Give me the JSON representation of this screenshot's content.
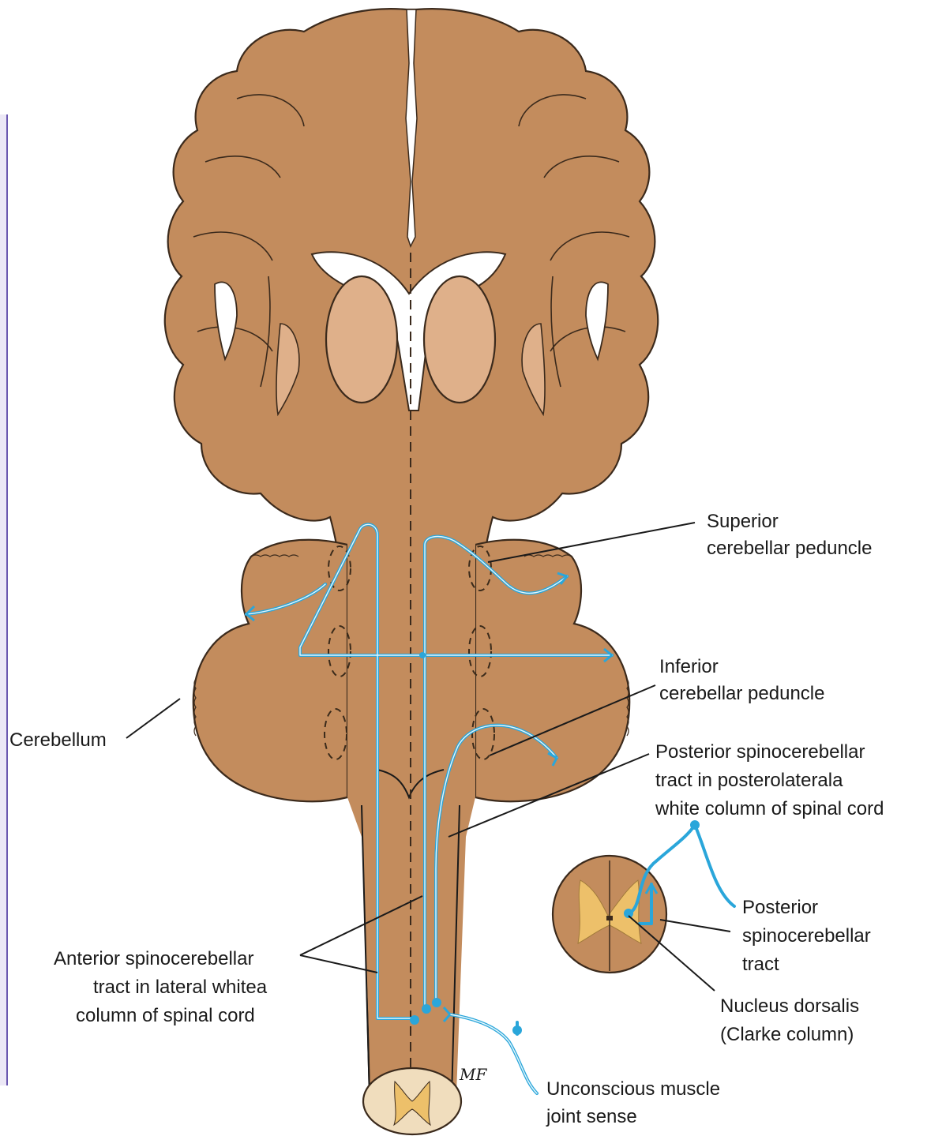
{
  "colors": {
    "tissue": "#c38c5d",
    "thalamus": "#dfb08a",
    "grey_matter": "#edc06a",
    "tract": "#2aa6da",
    "outline": "#3b2a1c",
    "panel_border": "#6b58b0"
  },
  "labels": {
    "superior_peduncle": [
      "Superior",
      "cerebellar peduncle"
    ],
    "inferior_peduncle": [
      "Inferior",
      "cerebellar peduncle"
    ],
    "posterior_tract_column": [
      "Posterior spinocerebellar",
      "tract in posterolaterala",
      "white column of spinal cord"
    ],
    "cerebellum": [
      "Cerebellum"
    ],
    "anterior_tract": [
      "Anterior spinocerebellar",
      "tract in lateral whitea",
      "column of spinal cord"
    ],
    "posterior_tract": [
      "Posterior",
      "spinocerebellar",
      "tract"
    ],
    "nucleus_dorsalis": [
      "Nucleus dorsalis",
      "(Clarke column)"
    ],
    "unconscious_sense": [
      "Unconscious muscle",
      "joint sense"
    ]
  },
  "artist_mark": "MF",
  "icons": {
    "receptor": "receptor-dot-icon",
    "terminal": "axon-terminal-icon"
  }
}
